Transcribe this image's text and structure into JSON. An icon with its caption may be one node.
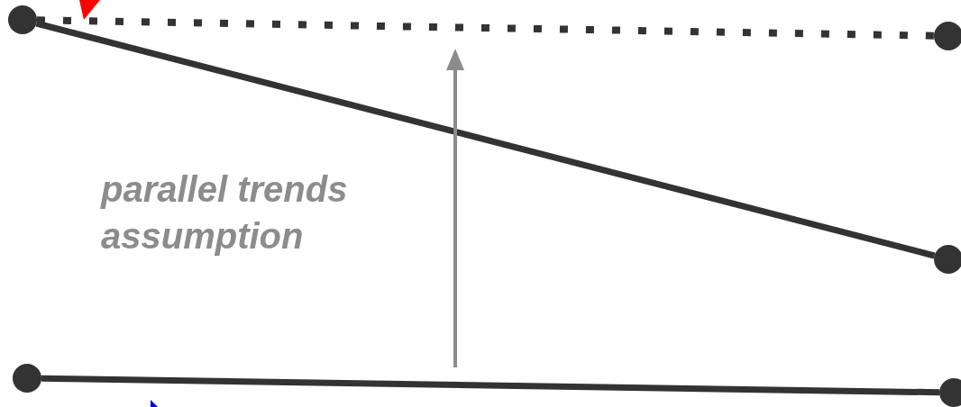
{
  "diagram": {
    "nodes": [
      {
        "text": [],
        "shape": "circle"
      },
      {
        "text": [],
        "shape": "circle"
      },
      {
        "text": [],
        "shape": "circle"
      },
      {
        "text": [],
        "shape": "circle"
      },
      {
        "text": [],
        "shape": "circle"
      }
    ],
    "edges": [
      {
        "from": 0,
        "to": 1,
        "arrow": "none",
        "style": "dashed"
      },
      {
        "from": 0,
        "to": 2,
        "arrow": "none"
      },
      {
        "from": 3,
        "to": 4,
        "arrow": "none"
      }
    ],
    "labels": [
      "parallel trends assumption"
    ]
  }
}
